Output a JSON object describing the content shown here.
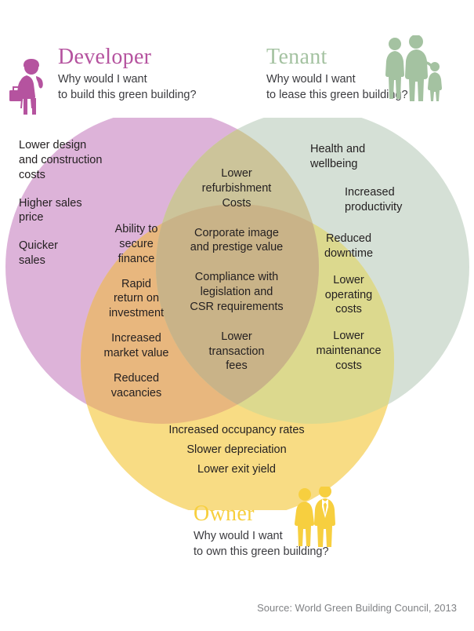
{
  "headers": {
    "developer": {
      "title": "Developer",
      "question_line1": "Why would I want",
      "question_line2": "to build this green building?",
      "color": "#b5539f",
      "icon": "businesswoman-silhouette-icon"
    },
    "tenant": {
      "title": "Tenant",
      "question_line1": "Why would I want",
      "question_line2": "to lease this green building?",
      "color": "#a4c2a1",
      "icon": "family-silhouette-icon"
    },
    "owner": {
      "title": "Owner",
      "question_line1": "Why would I want",
      "question_line2": "to own this green building?",
      "color": "#f7cf3f",
      "icon": "business-couple-silhouette-icon"
    }
  },
  "venn": {
    "colors": {
      "developer_circle": "#ddb3d9",
      "tenant_circle": "#d5e0d6",
      "owner_circle": "#f8dc84",
      "developer_owner_overlap": "#e8b77e",
      "tenant_owner_overlap": "#dcd98e",
      "all_three_overlap": "#c9b388"
    },
    "developer_only": [
      "Lower design\nand construction\ncosts",
      "Higher sales\nprice",
      "Quicker\nsales"
    ],
    "developer_only_items": {
      "item1_line1": "Lower design",
      "item1_line2": "and construction",
      "item1_line3": "costs",
      "item2_line1": "Higher sales",
      "item2_line2": "price",
      "item3_line1": "Quicker",
      "item3_line2": "sales"
    },
    "developer_owner_items": {
      "item1_line1": "Ability to",
      "item1_line2": "secure",
      "item1_line3": "finance",
      "item2_line1": "Rapid",
      "item2_line2": "return on",
      "item2_line3": "investment",
      "item3_line1": "Increased",
      "item3_line2": "market value",
      "item4_line1": "Reduced",
      "item4_line2": "vacancies"
    },
    "all_three_items": {
      "item1_line1": "Lower",
      "item1_line2": "refurbishment",
      "item1_line3": "Costs",
      "item2_line1": "Corporate image",
      "item2_line2": "and prestige value",
      "item3_line1": "Compliance with",
      "item3_line2": "legislation and",
      "item3_line3": "CSR requirements",
      "item4_line1": "Lower",
      "item4_line2": "transaction",
      "item4_line3": "fees"
    },
    "tenant_owner_items": {
      "item1_line1": "Reduced",
      "item1_line2": "downtime",
      "item2_line1": "Lower",
      "item2_line2": "operating",
      "item2_line3": "costs",
      "item3_line1": "Lower",
      "item3_line2": "maintenance",
      "item3_line3": "costs"
    },
    "tenant_only_items": {
      "item1_line1": "Health and",
      "item1_line2": "wellbeing",
      "item2_line1": "Increased",
      "item2_line2": "productivity"
    },
    "owner_only_items": {
      "item1": "Increased occupancy rates",
      "item2": "Slower depreciation",
      "item3": "Lower exit yield"
    }
  },
  "source": "Source: World Green Building Council, 2013"
}
